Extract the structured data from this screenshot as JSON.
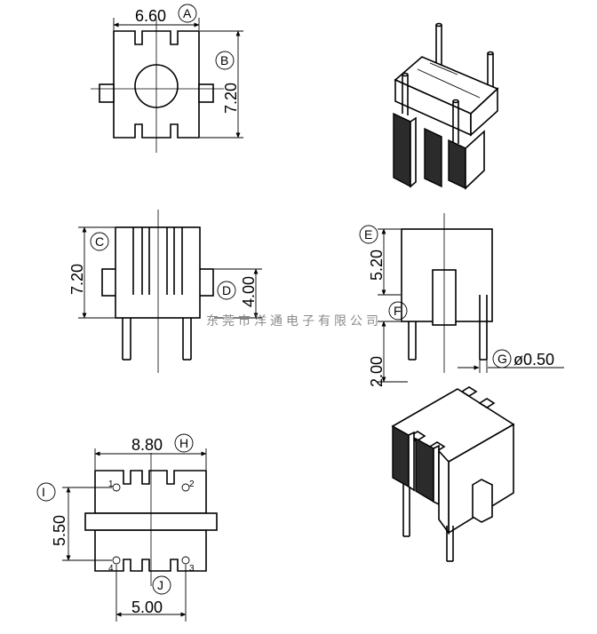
{
  "dimensions": {
    "top_width": "6.60",
    "top_height": "7.20",
    "front_height": "7.20",
    "front_pin_height": "4.00",
    "side_body_height": "5.20",
    "side_pin_length": "2.00",
    "pin_diameter": "ø0.50",
    "bottom_width": "8.80",
    "bottom_height": "5.50",
    "bottom_pin_pitch": "5.00"
  },
  "callouts": {
    "a": "A",
    "b": "B",
    "c": "C",
    "d": "D",
    "e": "E",
    "f": "F",
    "g": "G",
    "h": "H",
    "i": "I",
    "j": "J"
  },
  "pin_numbers": {
    "p1": "1",
    "p2": "2",
    "p3": "3",
    "p4": "4"
  },
  "watermark": "东莞市洋通电子有限公司"
}
